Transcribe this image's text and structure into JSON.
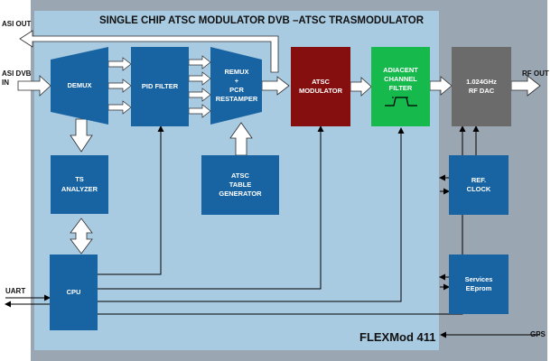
{
  "title": "SINGLE CHIP ATSC MODULATOR DVB –ATSC TRASMODULATOR",
  "product": "FLEXMod 411",
  "colors": {
    "outer": "#9aa6b2",
    "chip": "#a9cbe2",
    "block": "#1864a2",
    "modulator": "#850f0f",
    "filter": "#16b94c",
    "rfdac": "#6b6b6b",
    "arrow": "#ffffff",
    "line": "#000000"
  },
  "ports": {
    "asi_out": "ASI OUT",
    "asi_dvb_in": "ASI DVB\nIN",
    "uart": "UART",
    "rf_out": "RF OUT",
    "gps": "GPS"
  },
  "blocks": {
    "demux": "DEMUX",
    "pid_filter": "PID FILTER",
    "remux": "REMUX\n+\nPCR\nRESTAMPER",
    "atsc_modulator": "ATSC\nMODULATOR",
    "adjacent_filter": "ADIACENT\nCHANNEL\nFILTER",
    "rf_dac": "1.024GHz\nRF DAC",
    "ts_analyzer": "TS\nANALYZER",
    "atsc_table": "ATSC\nTABLE\nGENERATOR",
    "cpu": "CPU",
    "ref_clock": "REF.\nCLOCK",
    "services_eeprom": "Services\nEEprom"
  }
}
